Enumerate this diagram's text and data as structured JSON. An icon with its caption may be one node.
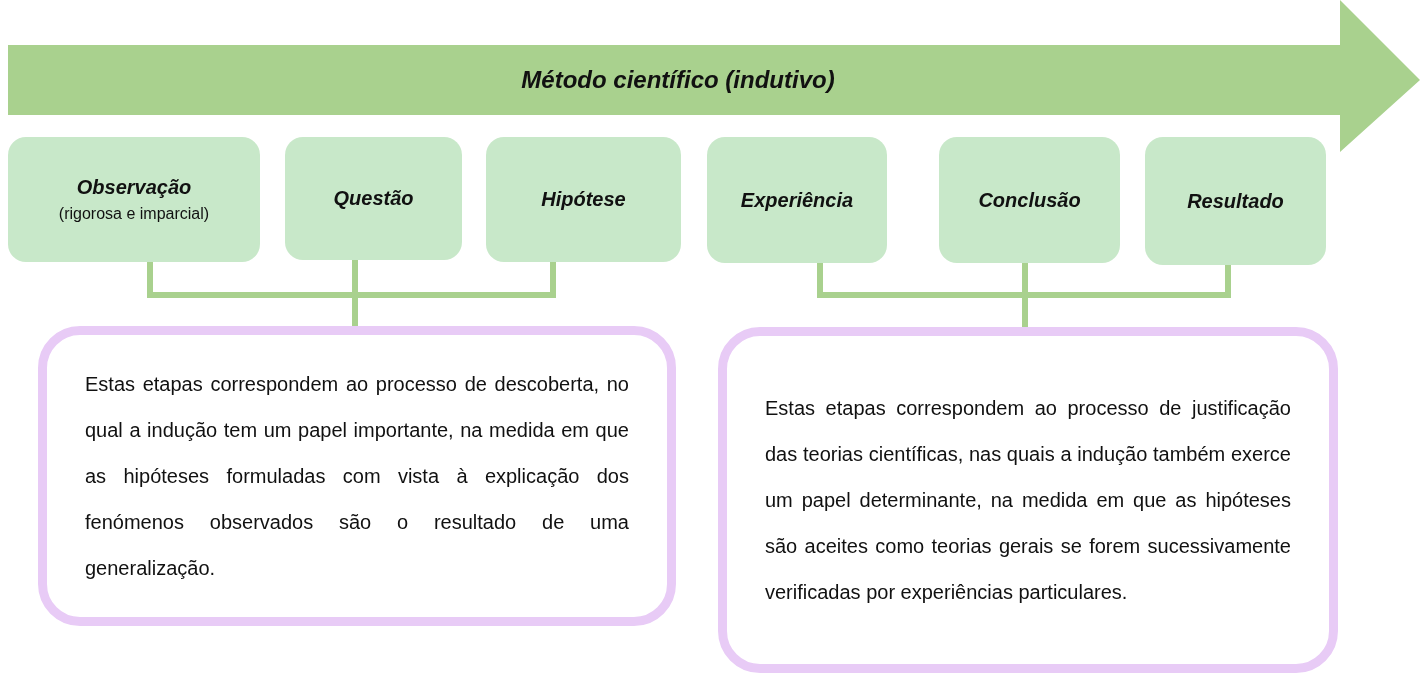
{
  "diagram": {
    "nodes": [
      {
        "text": [
          "Método científico (indutivo)"
        ]
      },
      {
        "text": [
          "Observação",
          "(rigorosa e imparcial)"
        ]
      },
      {
        "text": [
          "Questão"
        ]
      },
      {
        "text": [
          "Hipótese"
        ]
      },
      {
        "text": [
          "Experiência"
        ]
      },
      {
        "text": [
          "Conclusão"
        ]
      },
      {
        "text": [
          "Resultado"
        ]
      },
      {
        "text": [
          "Estas etapas correspondem ao processo de descoberta, no qual a indução tem um papel importante, na medida em que as hipóteses formuladas com vista à explicação dos fenómenos observados são o resultado de uma generalização."
        ]
      },
      {
        "text": [
          "Estas etapas correspondem ao processo de justificação das teorias científicas, nas quais a indução também exerce um papel determinante, na medida em que as hipóteses são aceites como teorias gerais se forem sucessivamente verificadas por experiências particulares."
        ]
      }
    ],
    "edges": [
      {
        "from": 1,
        "to": 7,
        "arrow": "none"
      },
      {
        "from": 2,
        "to": 7,
        "arrow": "none"
      },
      {
        "from": 3,
        "to": 7,
        "arrow": "none"
      },
      {
        "from": 4,
        "to": 8,
        "arrow": "none"
      },
      {
        "from": 5,
        "to": 8,
        "arrow": "none"
      },
      {
        "from": 6,
        "to": 8,
        "arrow": "none"
      }
    ]
  }
}
